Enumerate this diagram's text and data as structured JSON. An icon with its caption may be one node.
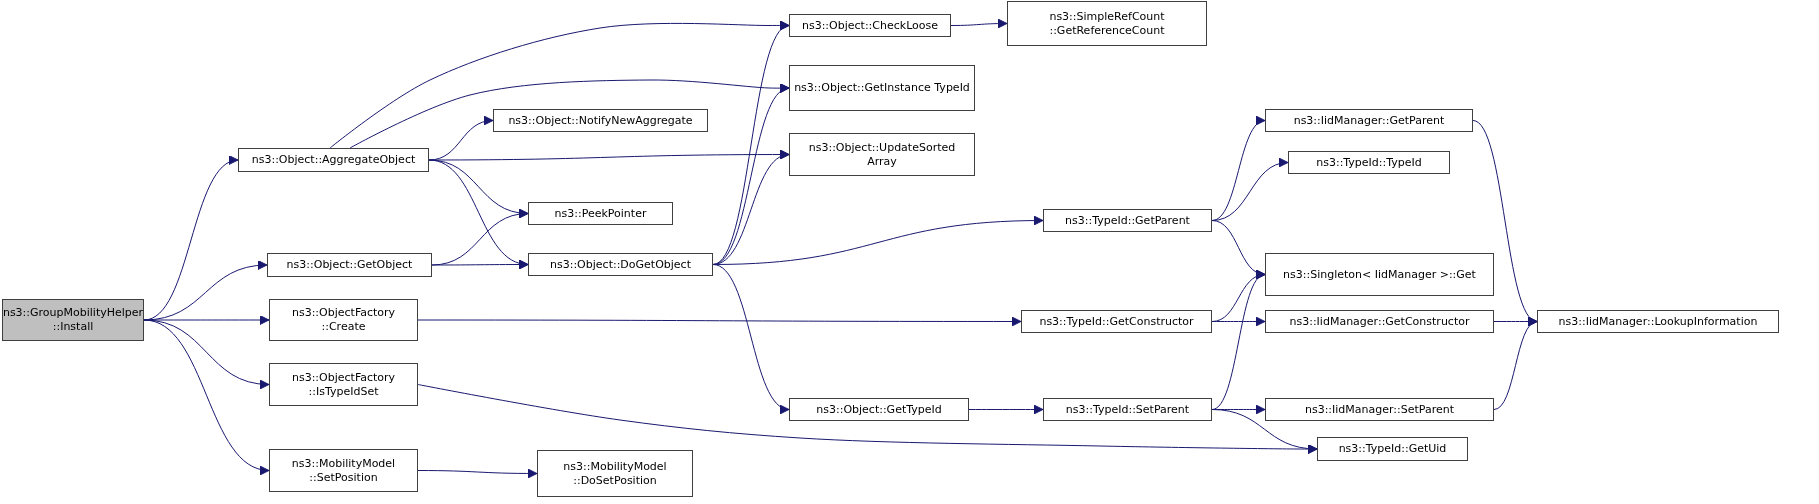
{
  "diagram": {
    "nodes": [
      {
        "text": [
          "ns3::GroupMobilityHelper ::Install"
        ]
      },
      {
        "text": [
          "ns3::Object::AggregateObject"
        ]
      },
      {
        "text": [
          "ns3::Object::GetObject"
        ]
      },
      {
        "text": [
          "ns3::ObjectFactory ::Create"
        ]
      },
      {
        "text": [
          "ns3::ObjectFactory ::IsTypeIdSet"
        ]
      },
      {
        "text": [
          "ns3::MobilityModel ::SetPosition"
        ]
      },
      {
        "text": [
          "ns3::Object::CheckLoose"
        ]
      },
      {
        "text": [
          "ns3::Object::GetInstance TypeId"
        ]
      },
      {
        "text": [
          "ns3::Object::NotifyNewAggregate"
        ]
      },
      {
        "text": [
          "ns3::Object::UpdateSorted Array"
        ]
      },
      {
        "text": [
          "ns3::PeekPointer"
        ]
      },
      {
        "text": [
          "ns3::Object::DoGetObject"
        ]
      },
      {
        "text": [
          "ns3::MobilityModel ::DoSetPosition"
        ]
      },
      {
        "text": [
          "ns3::SimpleRefCount ::GetReferenceCount"
        ]
      },
      {
        "text": [
          "ns3::Object::GetTypeId"
        ]
      },
      {
        "text": [
          "ns3::TypeId::GetParent"
        ]
      },
      {
        "text": [
          "ns3::TypeId::GetConstructor"
        ]
      },
      {
        "text": [
          "ns3::TypeId::SetParent"
        ]
      },
      {
        "text": [
          "ns3::IidManager::GetParent"
        ]
      },
      {
        "text": [
          "ns3::TypeId::TypeId"
        ]
      },
      {
        "text": [
          "ns3::Singleton< IidManager >::Get"
        ]
      },
      {
        "text": [
          "ns3::IidManager::GetConstructor"
        ]
      },
      {
        "text": [
          "ns3::IidManager::SetParent"
        ]
      },
      {
        "text": [
          "ns3::TypeId::GetUid"
        ]
      },
      {
        "text": [
          "ns3::IidManager::LookupInformation"
        ]
      }
    ],
    "edges": [
      {
        "from": 0,
        "to": 1,
        "arrow": "to"
      },
      {
        "from": 0,
        "to": 2,
        "arrow": "to"
      },
      {
        "from": 0,
        "to": 3,
        "arrow": "to"
      },
      {
        "from": 0,
        "to": 4,
        "arrow": "to"
      },
      {
        "from": 0,
        "to": 5,
        "arrow": "to"
      },
      {
        "from": 1,
        "to": 6,
        "arrow": "to"
      },
      {
        "from": 1,
        "to": 7,
        "arrow": "to"
      },
      {
        "from": 1,
        "to": 8,
        "arrow": "to"
      },
      {
        "from": 1,
        "to": 9,
        "arrow": "to"
      },
      {
        "from": 1,
        "to": 10,
        "arrow": "to"
      },
      {
        "from": 1,
        "to": 11,
        "arrow": "to"
      },
      {
        "from": 2,
        "to": 10,
        "arrow": "to"
      },
      {
        "from": 2,
        "to": 11,
        "arrow": "to"
      },
      {
        "from": 3,
        "to": 16,
        "arrow": "to"
      },
      {
        "from": 4,
        "to": 23,
        "arrow": "to"
      },
      {
        "from": 5,
        "to": 12,
        "arrow": "to"
      },
      {
        "from": 11,
        "to": 6,
        "arrow": "to"
      },
      {
        "from": 11,
        "to": 7,
        "arrow": "to"
      },
      {
        "from": 11,
        "to": 9,
        "arrow": "to"
      },
      {
        "from": 11,
        "to": 15,
        "arrow": "to"
      },
      {
        "from": 11,
        "to": 14,
        "arrow": "to"
      },
      {
        "from": 6,
        "to": 13,
        "arrow": "to"
      },
      {
        "from": 14,
        "to": 17,
        "arrow": "to"
      },
      {
        "from": 15,
        "to": 18,
        "arrow": "to"
      },
      {
        "from": 15,
        "to": 19,
        "arrow": "to"
      },
      {
        "from": 15,
        "to": 20,
        "arrow": "to"
      },
      {
        "from": 16,
        "to": 20,
        "arrow": "to"
      },
      {
        "from": 16,
        "to": 21,
        "arrow": "to"
      },
      {
        "from": 17,
        "to": 20,
        "arrow": "to"
      },
      {
        "from": 17,
        "to": 22,
        "arrow": "to"
      },
      {
        "from": 17,
        "to": 23,
        "arrow": "to"
      },
      {
        "from": 18,
        "to": 24,
        "arrow": "to"
      },
      {
        "from": 21,
        "to": 24,
        "arrow": "to"
      },
      {
        "from": 22,
        "to": 24,
        "arrow": "to"
      }
    ]
  }
}
